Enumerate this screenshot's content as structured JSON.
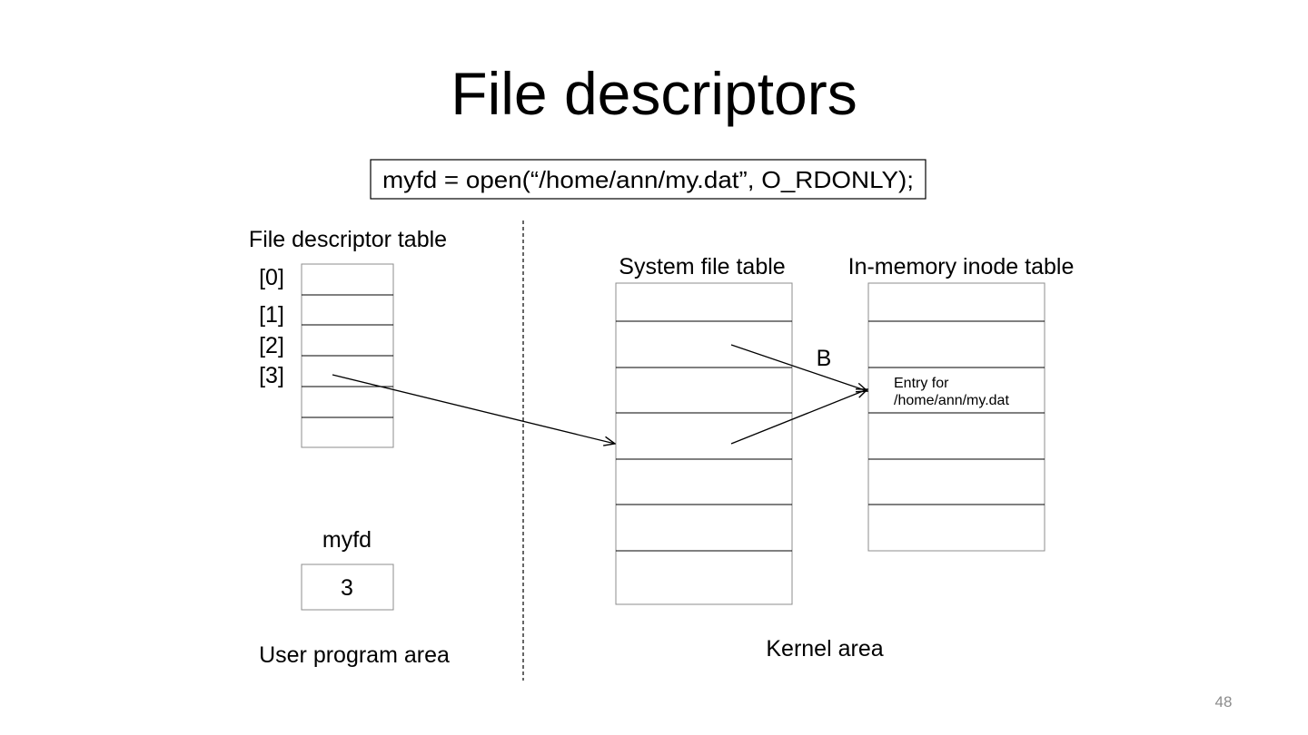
{
  "slide": {
    "title": "File descriptors",
    "code": "myfd = open(“/home/ann/my.dat”, O_RDONLY);",
    "page_number": "48"
  },
  "user_area": {
    "fd_table_label": "File descriptor table",
    "indices": [
      "[0]",
      "[1]",
      "[2]",
      "[3]"
    ],
    "myfd_label": "myfd",
    "myfd_value": "3",
    "area_label": "User program area"
  },
  "kernel_area": {
    "system_file_table_label": "System file table",
    "inode_table_label": "In-memory inode table",
    "arrow_label": "B",
    "entry_line1": "Entry for",
    "entry_line2": "/home/ann/my.dat",
    "area_label": "Kernel area"
  }
}
